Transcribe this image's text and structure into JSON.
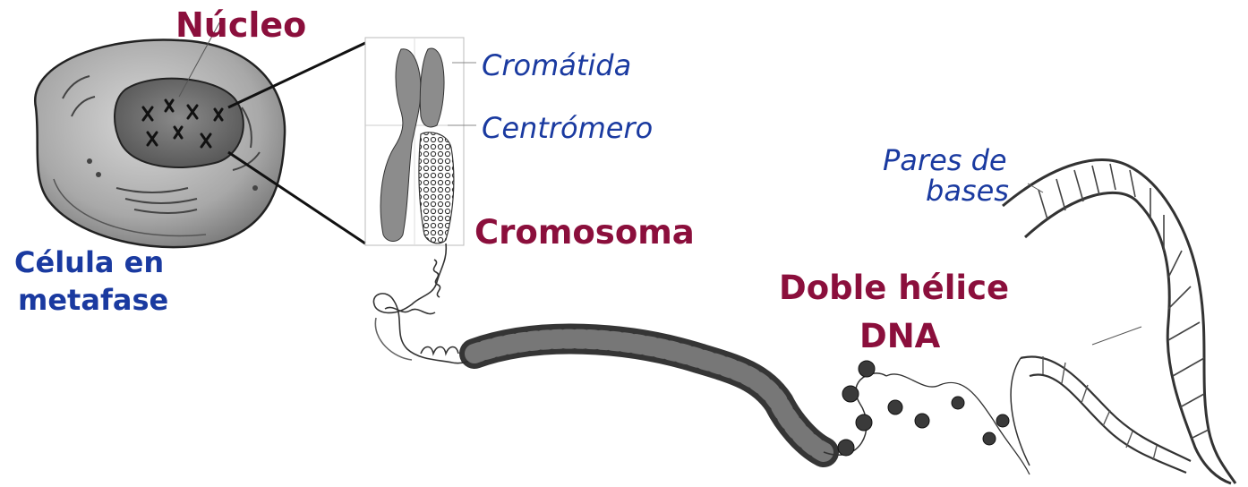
{
  "labels": {
    "nucleo": "Núcleo",
    "celula_line1": "Célula en",
    "celula_line2": "metafase",
    "cromatida": "Cromátida",
    "centromero": "Centrómero",
    "cromosoma": "Cromosoma",
    "pares_line1": "Pares de",
    "pares_line2": "bases",
    "doble_line1": "Doble hélice",
    "doble_line2": "DNA"
  },
  "colors": {
    "title_red": "#8b0f3c",
    "label_blue": "#1a3aa0",
    "ink": "#222222",
    "cell_gray": "#9a9a9a",
    "nucleus_gray": "#6f6f6f",
    "chromosome_gray": "#8c8c8c"
  }
}
